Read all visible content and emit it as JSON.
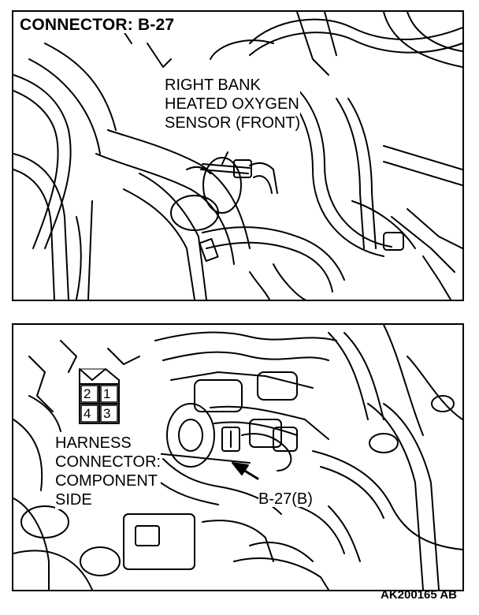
{
  "title": "CONNECTOR: B-27",
  "sensor_label": [
    "RIGHT BANK",
    "HEATED OXYGEN",
    "SENSOR (FRONT)"
  ],
  "harness_label": [
    "HARNESS",
    "CONNECTOR:",
    "COMPONENT",
    "SIDE"
  ],
  "connector_id": "B-27(B)",
  "connector_pins": [
    "2",
    "1",
    "4",
    "3"
  ],
  "figure_id": "AK200165 AB"
}
